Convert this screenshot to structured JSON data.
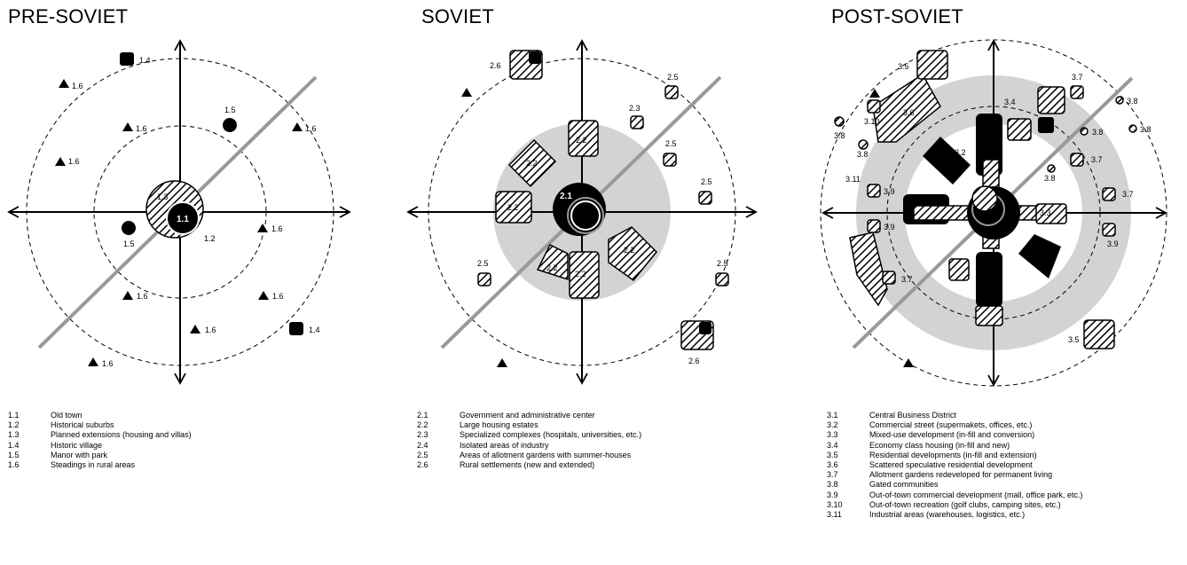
{
  "panels": [
    {
      "title": "PRE-SOVIET",
      "center_label": "1.1",
      "labels": [
        "1.2",
        "1.3",
        "1.4",
        "1.4",
        "1.5",
        "1.5",
        "1.6",
        "1.6",
        "1.6",
        "1.6",
        "1.6",
        "1.6",
        "1.6",
        "1.6",
        "1.6"
      ],
      "legend": [
        {
          "code": "1.1",
          "text": "Old town"
        },
        {
          "code": "1.2",
          "text": "Historical suburbs"
        },
        {
          "code": "1.3",
          "text": "Planned extensions (housing and villas)"
        },
        {
          "code": "1.4",
          "text": "Historic village"
        },
        {
          "code": "1.5",
          "text": "Manor with park"
        },
        {
          "code": "1.6",
          "text": "Steadings in rural areas"
        }
      ]
    },
    {
      "title": "SOVIET",
      "center_label": "2.1",
      "labels": [
        "2.2",
        "2.2",
        "2.2",
        "2.2",
        "2.2",
        "2.2",
        "2.2",
        "2.3",
        "2.4",
        "2.5",
        "2.5",
        "2.5",
        "2.5",
        "2.5",
        "2.6",
        "2.6"
      ],
      "legend": [
        {
          "code": "2.1",
          "text": "Government and administrative center"
        },
        {
          "code": "2.2",
          "text": "Large housing estates"
        },
        {
          "code": "2.3",
          "text": "Specialized complexes (hospitals, universities, etc.)"
        },
        {
          "code": "2.4",
          "text": "Isolated areas of industry"
        },
        {
          "code": "2.5",
          "text": "Areas of allotment gardens with  summer-houses"
        },
        {
          "code": "2.6",
          "text": "Rural settlements (new and extended)"
        }
      ]
    },
    {
      "title": "POST-SOVIET",
      "labels": [
        "3.2",
        "3.3",
        "3.4",
        "3.5",
        "3.5",
        "3.6",
        "3.7",
        "3.7",
        "3.7",
        "3.7",
        "3.8",
        "3.8",
        "3.8",
        "3.8",
        "3.8",
        "3.8",
        "3.9",
        "3.9",
        "3.9",
        "3.10",
        "3.11"
      ],
      "legend": [
        {
          "code": "3.1",
          "text": "Central Business District"
        },
        {
          "code": "3.2",
          "text": "Commercial street (supermakets, offices, etc.)"
        },
        {
          "code": "3.3",
          "text": "Mixed-use development (in-fill and conversion)"
        },
        {
          "code": "3.4",
          "text": "Economy class housing (in-fill and new)"
        },
        {
          "code": "3.5",
          "text": "Residential developments (in-fill and extension)"
        },
        {
          "code": "3.6",
          "text": "Scattered speculative residential development"
        },
        {
          "code": "3.7",
          "text": "Allotment gardens redeveloped for permanent living"
        },
        {
          "code": "3.8",
          "text": "Gated communities"
        },
        {
          "code": "3.9",
          "text": "Out-of-town commercial development (mall, office park, etc.)"
        },
        {
          "code": "3.10",
          "text": "Out-of-town recreation (golf clubs, camping sites, etc.)"
        },
        {
          "code": "3.11",
          "text": "Industrial areas (warehouses, logistics, etc.)"
        }
      ]
    }
  ]
}
